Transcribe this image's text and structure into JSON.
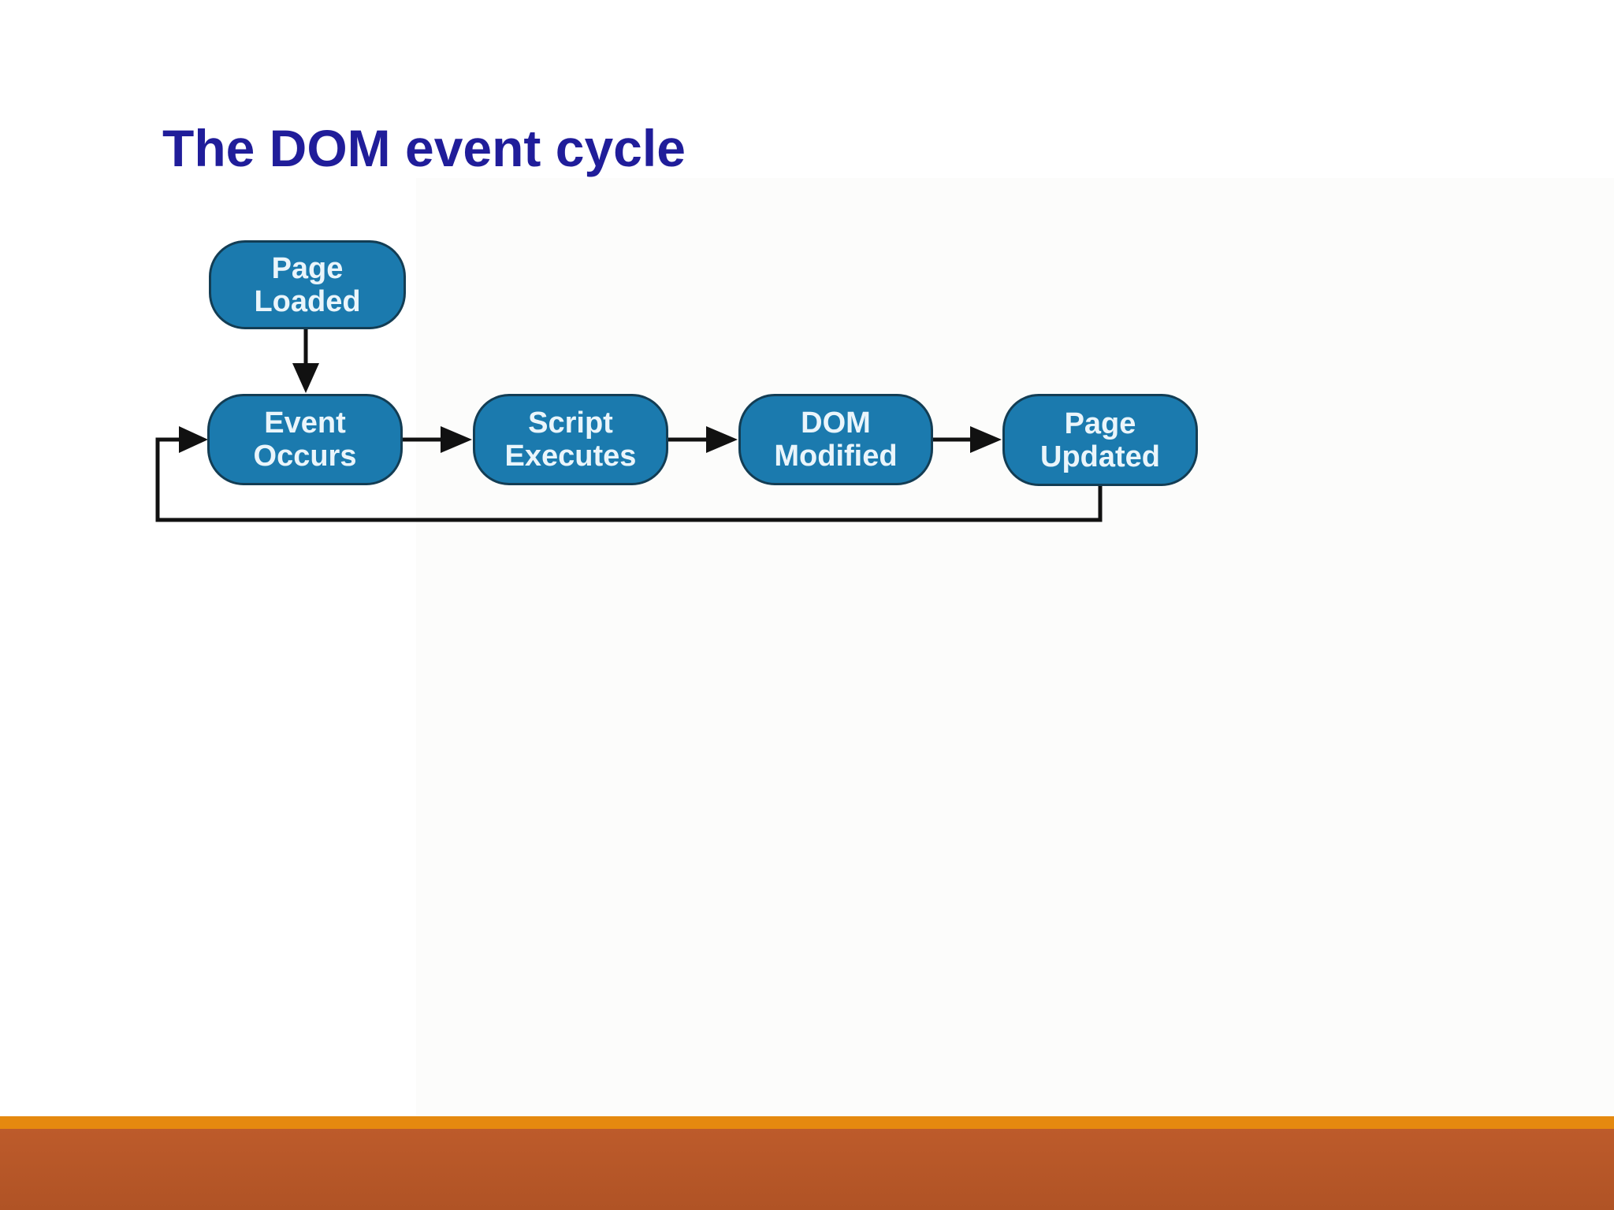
{
  "slide": {
    "title": "The DOM event cycle"
  },
  "diagram": {
    "nodes": [
      {
        "id": "page-loaded",
        "label": "Page\nLoaded"
      },
      {
        "id": "event-occurs",
        "label": "Event\nOccurs"
      },
      {
        "id": "script-executes",
        "label": "Script\nExecutes"
      },
      {
        "id": "dom-modified",
        "label": "DOM\nModified"
      },
      {
        "id": "page-updated",
        "label": "Page\nUpdated"
      }
    ],
    "connections": [
      {
        "from": "page-loaded",
        "to": "event-occurs"
      },
      {
        "from": "event-occurs",
        "to": "script-executes"
      },
      {
        "from": "script-executes",
        "to": "dom-modified"
      },
      {
        "from": "dom-modified",
        "to": "page-updated"
      },
      {
        "from": "page-updated",
        "to": "event-occurs",
        "type": "feedback-loop"
      }
    ]
  },
  "colors": {
    "title_text": "#201d9a",
    "node_fill": "#1b7aae",
    "node_border": "#133d54",
    "node_text": "#eaf5fb",
    "connector": "#111111",
    "footer_accent_bar": "#e5890f",
    "footer_bar": "#b85728"
  }
}
